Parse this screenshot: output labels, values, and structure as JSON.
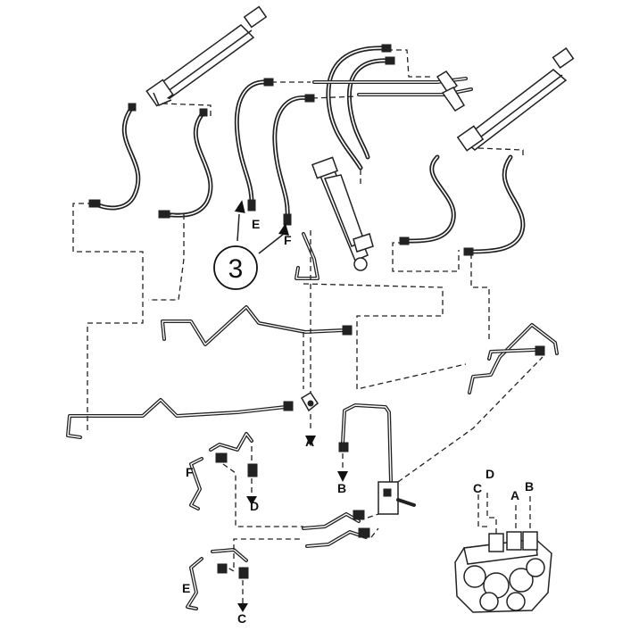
{
  "callout": {
    "number": "3"
  },
  "labels": {
    "E": "E",
    "F": "F",
    "A": "A",
    "B": "B",
    "C": "C",
    "D": "D"
  },
  "valve_labels": {
    "C": "C",
    "D": "D",
    "A": "A",
    "B": "B"
  }
}
